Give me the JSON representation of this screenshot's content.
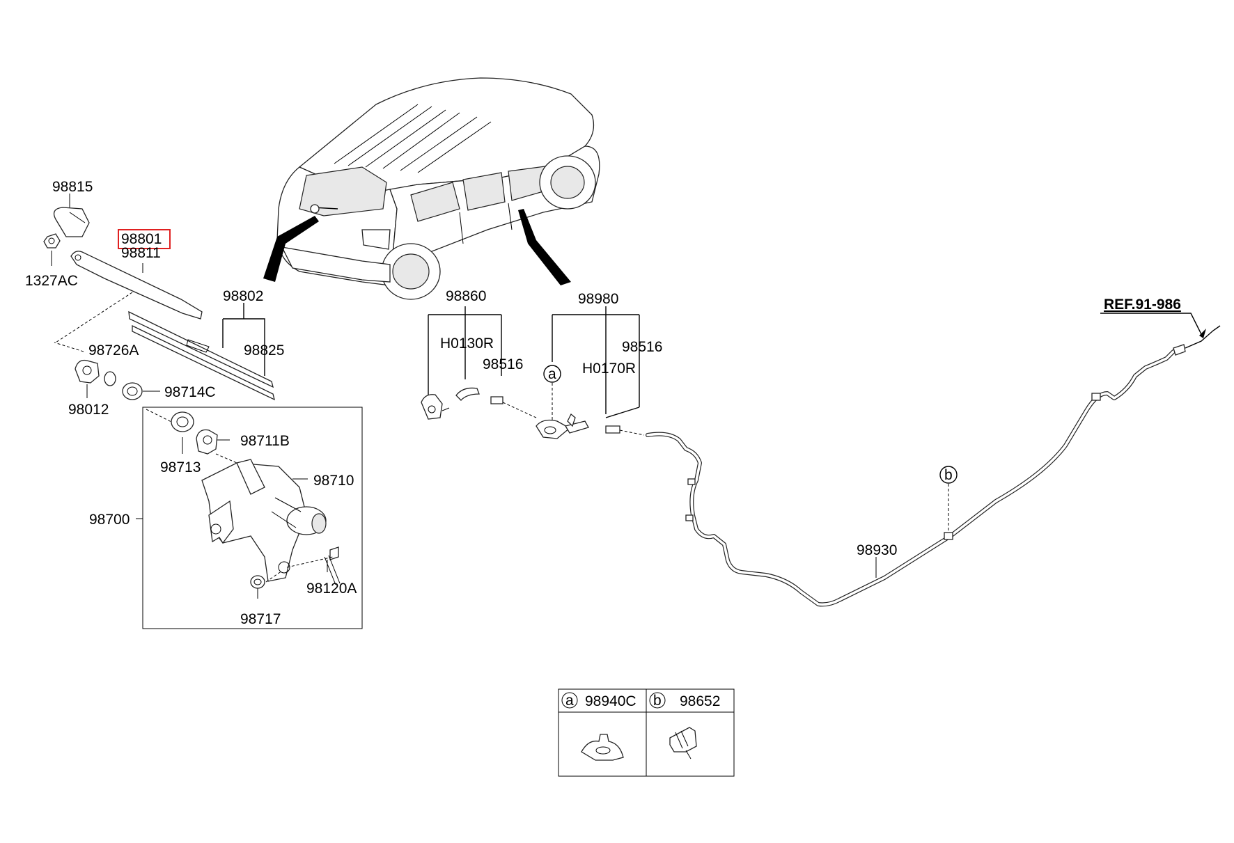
{
  "labels": {
    "p98815": "98815",
    "p98801": "98801",
    "p98811": "98811",
    "p1327AC": "1327AC",
    "p98802": "98802",
    "p98825": "98825",
    "p98726A": "98726A",
    "p98012": "98012",
    "p98714C": "98714C",
    "p98713": "98713",
    "p98711B": "98711B",
    "p98710": "98710",
    "p98700": "98700",
    "p98120A": "98120A",
    "p98717": "98717",
    "p98860": "98860",
    "pH0130R": "H0130R",
    "p98516a": "98516",
    "p98980": "98980",
    "p98516b": "98516",
    "pH0170R": "H0170R",
    "p98930": "98930",
    "ref": "REF.91-986",
    "callout_a": "a",
    "callout_b": "b"
  },
  "legend": {
    "a_letter": "a",
    "a_part": "98940C",
    "b_letter": "b",
    "b_part": "98652"
  },
  "highlight_color": "#e02020"
}
